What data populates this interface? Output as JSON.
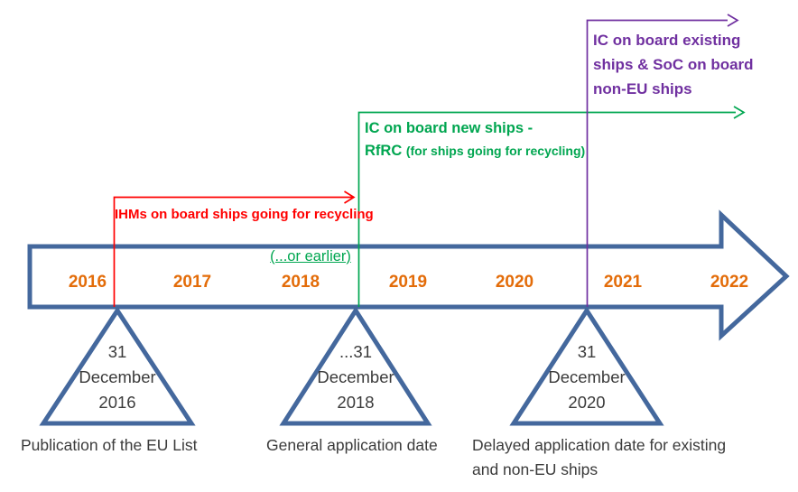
{
  "palette": {
    "arrow_blue": "#44689D",
    "year_orange": "#E36C09",
    "ihm_red": "#FF0000",
    "ic_new_green": "#00A650",
    "ic_existing_purple": "#7030A0",
    "text_dark": "#3B3B3B"
  },
  "timeline": {
    "years": [
      "2016",
      "2017",
      "2018",
      "2019",
      "2020",
      "2021",
      "2022"
    ],
    "or_earlier": "(...or earlier)"
  },
  "annotations": {
    "ihm": {
      "label": "IHMs on board ships going for recycling"
    },
    "ic_new": {
      "line1": "IC on board new ships -",
      "acronym": "RfRC",
      "parenthetical": "(for ships going for recycling)"
    },
    "ic_existing": {
      "lines": [
        "IC on board existing",
        "ships & SoC on board",
        "non-EU ships"
      ]
    }
  },
  "milestones": [
    {
      "date": [
        "31",
        "December",
        "2016"
      ],
      "caption": [
        "Publication of the EU List"
      ]
    },
    {
      "date": [
        "...31",
        "December",
        "2018"
      ],
      "caption": [
        "General application date"
      ]
    },
    {
      "date": [
        "31",
        "December",
        "2020"
      ],
      "caption": [
        "Delayed application date for existing",
        "and non-EU ships"
      ]
    }
  ]
}
